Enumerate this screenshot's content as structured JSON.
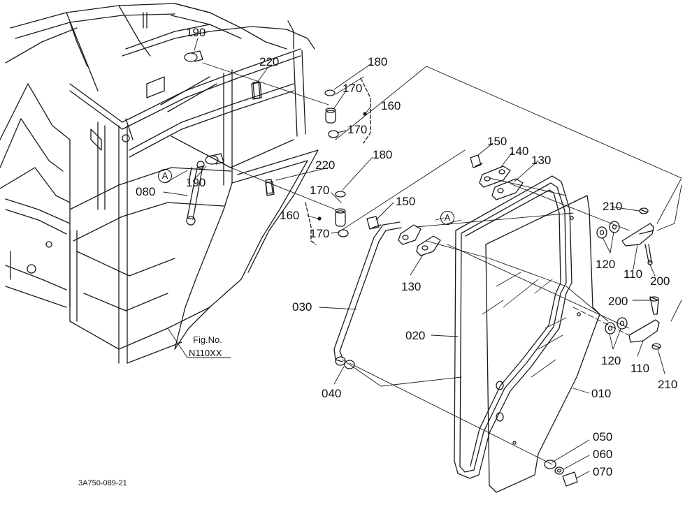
{
  "diagram": {
    "figure_ref_label": "Fig.No.",
    "figure_ref_number": "N110XX",
    "drawing_code": "3A750-089-21",
    "callouts": {
      "p010": "010",
      "p020": "020",
      "p030": "030",
      "p040": "040",
      "p050": "050",
      "p060": "060",
      "p070": "070",
      "p080": "080",
      "p110a": "110",
      "p110b": "110",
      "p120a": "120",
      "p120b": "120",
      "p130a": "130",
      "p130b": "130",
      "p140": "140",
      "p150a": "150",
      "p150b": "150",
      "p160a": "160",
      "p160b": "160",
      "p170a": "170",
      "p170b": "170",
      "p170c": "170",
      "p170d": "170",
      "p180a": "180",
      "p180b": "180",
      "p190a": "190",
      "p190b": "190",
      "p200a": "200",
      "p200b": "200",
      "p210a": "210",
      "p210b": "210",
      "p220a": "220",
      "p220b": "220"
    },
    "ref_markers": {
      "a1": "A",
      "a2": "A"
    }
  }
}
